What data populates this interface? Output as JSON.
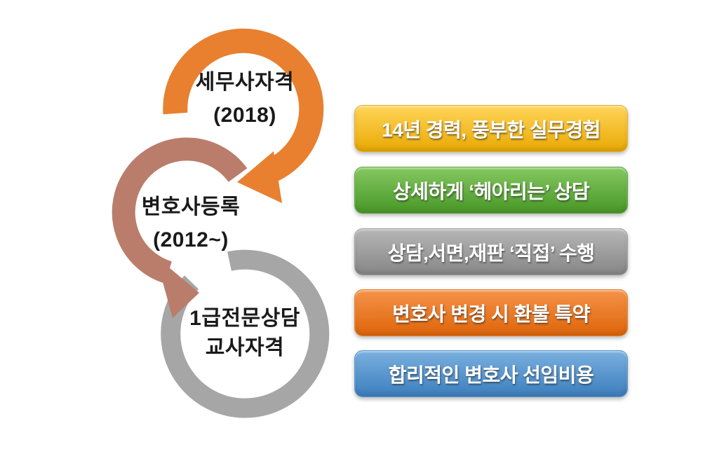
{
  "canvas": {
    "background": "#ffffff"
  },
  "cycle": {
    "text_color": "#1a1a1a",
    "steps": [
      {
        "name": "tax-accountant-certificate",
        "line1": "세무사자격",
        "line2": "(2018)",
        "color": "#E8802F"
      },
      {
        "name": "lawyer-registration",
        "line1": "변호사등록",
        "line2": "(2012~)",
        "color": "#BA7D6B"
      },
      {
        "name": "grade1-counseling-teacher-certificate",
        "line1": "1급전문상담",
        "line2": "교사자격",
        "color": "#A6A6A6"
      }
    ]
  },
  "banners": [
    {
      "name": "experience-banner",
      "label": "14년 경력, 풍부한 실무경험",
      "color_top": "#FFD55A",
      "color_bottom": "#ECAE0D",
      "color_border": "#E5AE1F"
    },
    {
      "name": "detailed-consult-banner",
      "label": "상세하게 ‘헤아리는’ 상담",
      "color_top": "#85C861",
      "color_bottom": "#4F9D2D",
      "color_border": "#5BA53A"
    },
    {
      "name": "direct-handling-banner",
      "label": "상담,서면,재판 ‘직접’ 수행",
      "color_top": "#B6B6B6",
      "color_bottom": "#8C8C8C",
      "color_border": "#9C9C9C"
    },
    {
      "name": "refund-clause-banner",
      "label": "변호사 변경 시 환불 특약",
      "color_top": "#F59349",
      "color_bottom": "#E16A11",
      "color_border": "#E87E23"
    },
    {
      "name": "reasonable-fee-banner",
      "label": "합리적인 변호사 선임비용",
      "color_top": "#7AB0DF",
      "color_bottom": "#4384C1",
      "color_border": "#5596CF"
    }
  ],
  "banner_text_color": "#ffffff"
}
